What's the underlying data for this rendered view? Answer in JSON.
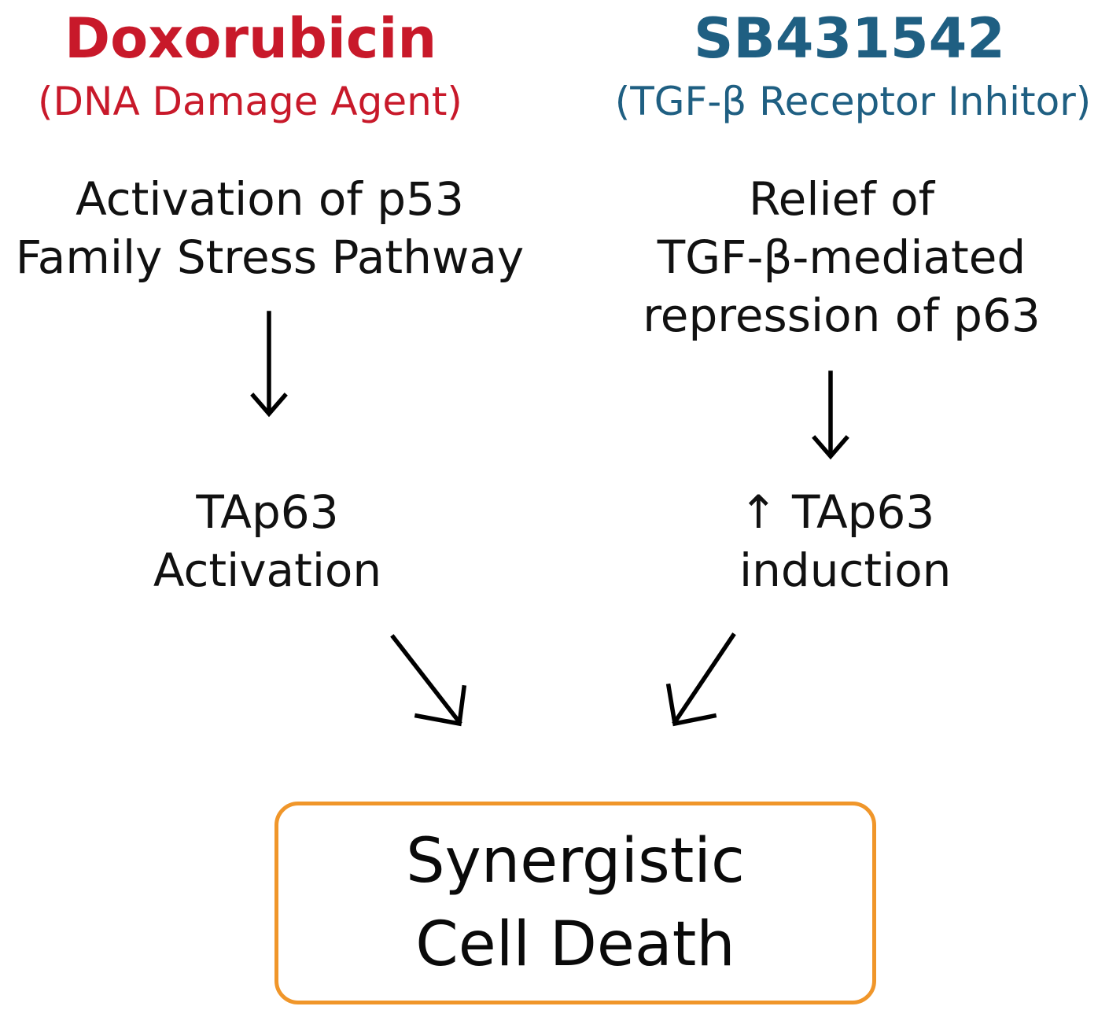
{
  "colors": {
    "left_drug": "#c8192a",
    "right_drug": "#1f5f82",
    "outcome_border": "#f0962a",
    "text": "#111111"
  },
  "left_branch": {
    "drug_name": "Doxorubicin",
    "drug_class": "(DNA Damage Agent)",
    "mechanism_line1": "Activation of p53",
    "mechanism_line2": "Family Stress Pathway",
    "effect_line1": "TAp63",
    "effect_line2": "Activation"
  },
  "right_branch": {
    "drug_name": "SB431542",
    "drug_class": "(TGF-β Receptor Inhitor)",
    "mechanism_line1": "Relief of",
    "mechanism_line2": "TGF-β-mediated",
    "mechanism_line3": "repression of p63",
    "effect_line1": "↑ TAp63",
    "effect_line2": "induction"
  },
  "outcome": {
    "line1": "Synergistic",
    "line2": "Cell Death"
  },
  "edges": [
    {
      "from": "left-mechanism",
      "to": "left-effect",
      "icon": "arrow-down-icon"
    },
    {
      "from": "right-mechanism",
      "to": "right-effect",
      "icon": "arrow-down-icon"
    },
    {
      "from": "left-effect",
      "to": "outcome",
      "icon": "arrow-down-right-icon"
    },
    {
      "from": "right-effect",
      "to": "outcome",
      "icon": "arrow-down-left-icon"
    }
  ]
}
